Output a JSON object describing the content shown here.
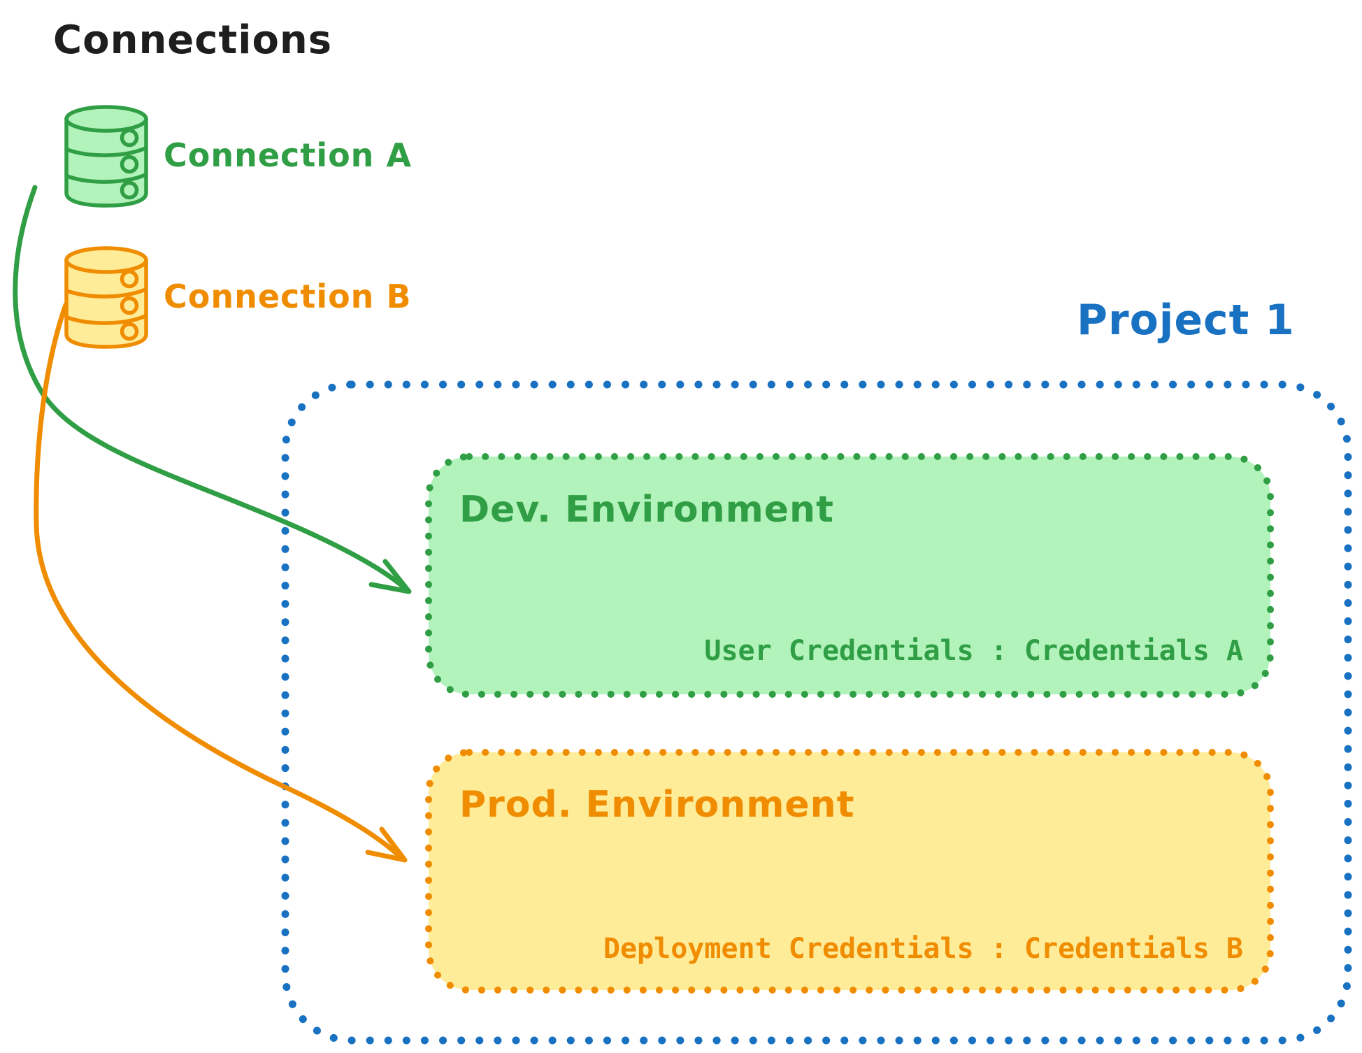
{
  "title": {
    "text": "Connections",
    "color": "#1e1e1e"
  },
  "connections": [
    {
      "label": "Connection A",
      "stroke": "#2f9e44",
      "fill": "#b2f2bb"
    },
    {
      "label": "Connection B",
      "stroke": "#f08c00",
      "fill": "#ffec99"
    }
  ],
  "project": {
    "label": "Project 1",
    "border_color": "#1971c2",
    "environments": [
      {
        "title": "Dev. Environment",
        "credentials": "User Credentials : Credentials A",
        "stroke": "#2f9e44",
        "fill": "#b2f2bb"
      },
      {
        "title": "Prod. Environment",
        "credentials": "Deployment Credentials : Credentials B",
        "stroke": "#f08c00",
        "fill": "#ffec99"
      }
    ]
  },
  "arrows": [
    {
      "from": "Connection A",
      "to": "Dev. Environment",
      "color": "#2f9e44"
    },
    {
      "from": "Connection B",
      "to": "Prod. Environment",
      "color": "#f08c00"
    }
  ]
}
